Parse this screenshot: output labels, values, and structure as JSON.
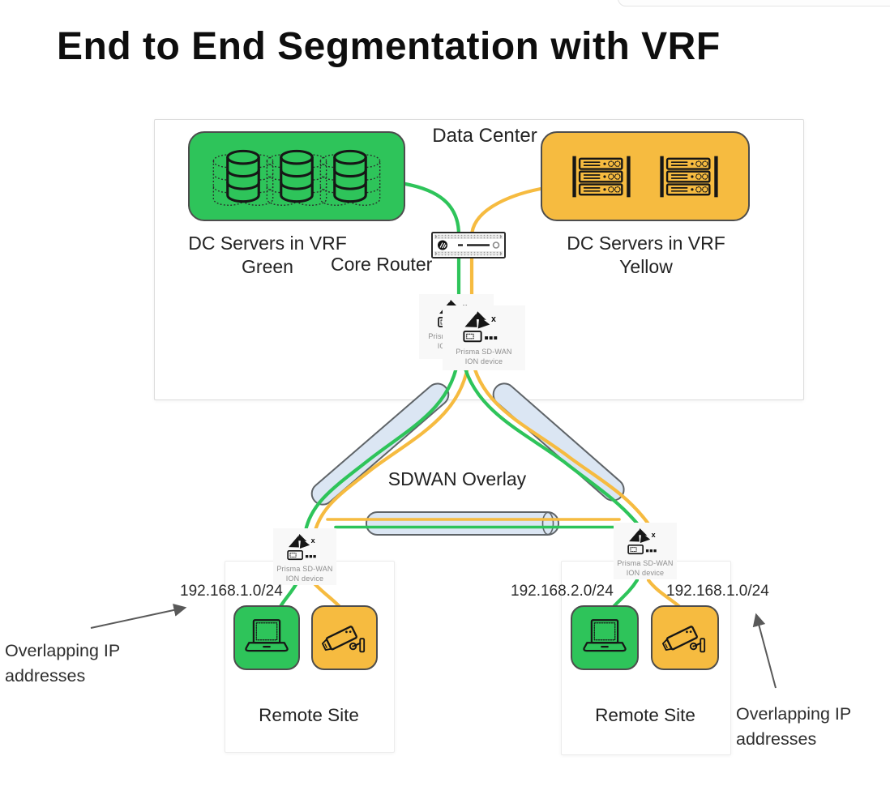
{
  "title": "End to End Segmentation with VRF",
  "data_center": {
    "label": "Data Center",
    "core_router_label": "Core Router",
    "green_group": {
      "line1": "DC Servers in VRF",
      "line2": "Green"
    },
    "yellow_group": {
      "line1": "DC Servers in VRF",
      "line2": "Yellow"
    }
  },
  "overlay": {
    "label": "SDWAN Overlay"
  },
  "ion_device": {
    "label_line1": "Prisma SD-WAN",
    "label_line2": "ION device",
    "logo_x": "x"
  },
  "sites": {
    "left": {
      "name": "Remote Site",
      "subnet": "192.168.1.0/24"
    },
    "right": {
      "name": "Remote Site",
      "subnet_left": "192.168.2.0/24",
      "subnet_right": "192.168.1.0/24"
    }
  },
  "annotations": {
    "left": {
      "line1": "Overlapping IP",
      "line2": "addresses"
    },
    "right": {
      "line1": "Overlapping IP",
      "line2": "addresses"
    }
  },
  "icons": {
    "database_icon": "database-cylinder-stack",
    "rack_server_icon": "rack-server",
    "laptop_icon": "laptop",
    "camera_icon": "cctv-camera",
    "core_router_icon": "core-router-appliance",
    "ion_logo_icon": "prisma-sdwan-logo"
  },
  "colors": {
    "vrf_green": "#2ec45a",
    "vrf_yellow": "#f6bb40",
    "tube_fill": "#dbe6f3",
    "tube_stroke": "#5f6468",
    "box_border": "#4d4d4d",
    "arrow": "#595959",
    "text_dark": "#1f1f1f",
    "ion_label": "#8d8d8d"
  }
}
